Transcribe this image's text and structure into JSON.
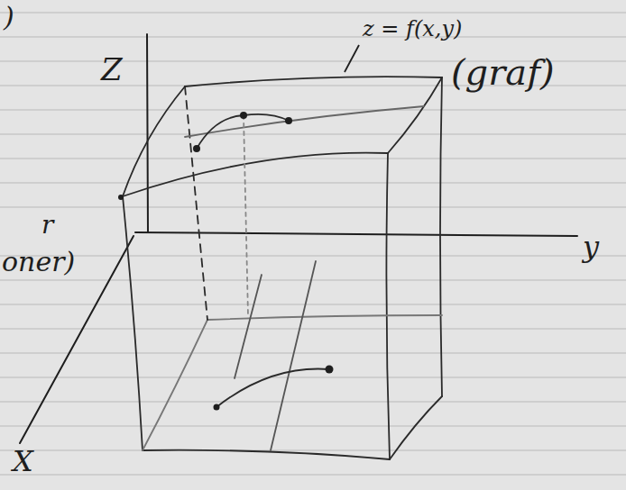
{
  "diagram": {
    "labels": [
      ")",
      "Z",
      "z = f(x,y)",
      "(graf)",
      "r",
      "oner)",
      "y",
      "X"
    ]
  }
}
